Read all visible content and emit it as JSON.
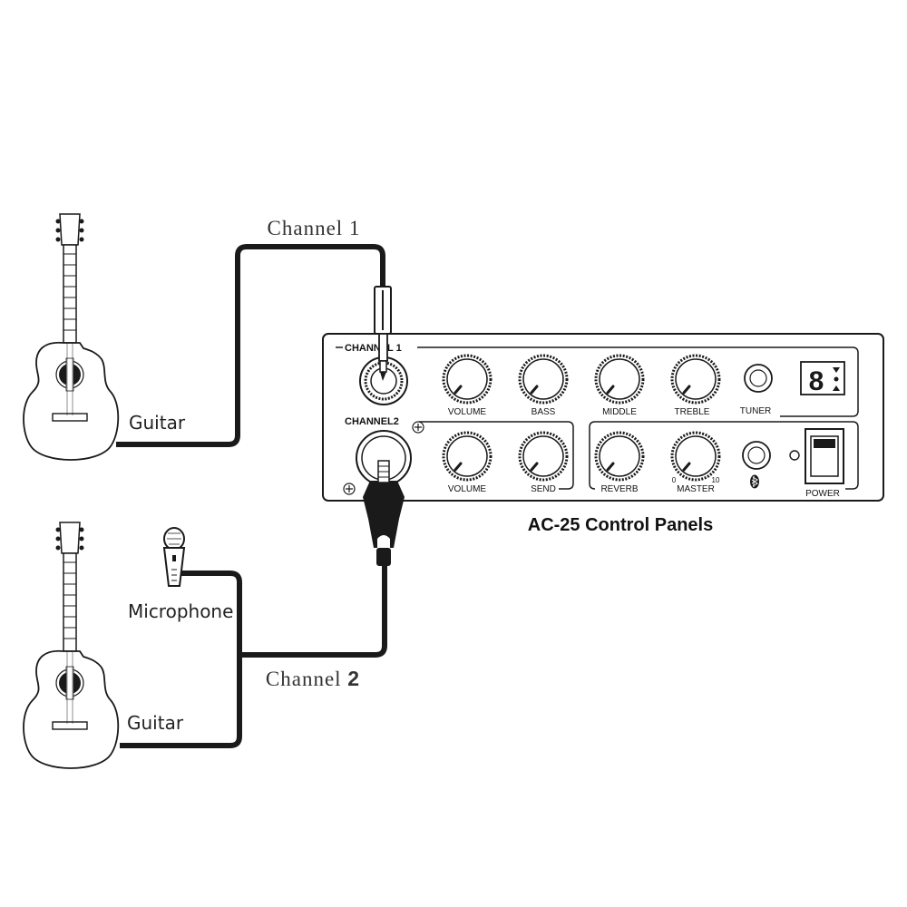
{
  "diagram": {
    "title": "AC-25 Control Panels",
    "channel1_label": "Channel 1",
    "channel2_label_text": "Channel",
    "channel2_label_num": "2",
    "guitar_top_label": "Guitar",
    "guitar_bottom_label": "Guitar",
    "microphone_label": "Microphone"
  },
  "panel": {
    "channel1": "CHANNEL 1",
    "channel2": "CHANNEL2",
    "knobs_row1": [
      "VOLUME",
      "BASS",
      "MIDDLE",
      "TREBLE"
    ],
    "tuner": "TUNER",
    "tuner_display": "8",
    "knobs_row2": [
      "VOLUME",
      "SEND"
    ],
    "knobs_row3": [
      "REVERB",
      "MASTER"
    ],
    "master_min": "0",
    "master_max": "10",
    "power": "POWER"
  },
  "icons": [
    "acoustic-guitar-icon",
    "microphone-icon",
    "bluetooth-icon",
    "quarter-inch-jack-icon",
    "xlr-plug-icon"
  ],
  "colors": {
    "line": "#1a1a1a",
    "background": "#ffffff"
  }
}
